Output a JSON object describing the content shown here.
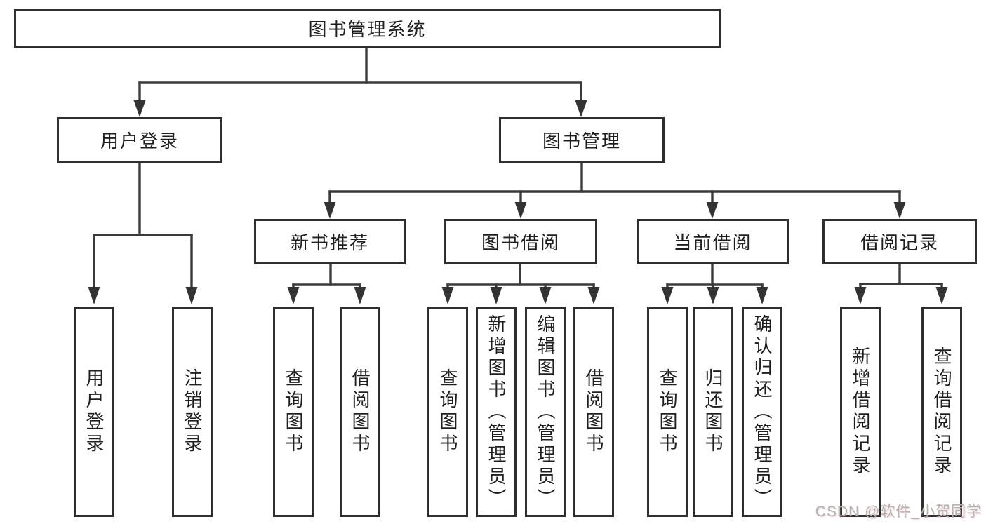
{
  "tree": {
    "root": {
      "label": "图书管理系统",
      "children": [
        {
          "label": "用户登录",
          "children": [
            {
              "label": "用户登录"
            },
            {
              "label": "注销登录"
            }
          ]
        },
        {
          "label": "图书管理",
          "children": [
            {
              "label": "新书推荐",
              "children": [
                {
                  "label": "查询图书"
                },
                {
                  "label": "借阅图书"
                }
              ]
            },
            {
              "label": "图书借阅",
              "children": [
                {
                  "label": "查询图书"
                },
                {
                  "label": "新增图书（管理员）"
                },
                {
                  "label": "编辑图书（管理员）"
                },
                {
                  "label": "借阅图书"
                }
              ]
            },
            {
              "label": "当前借阅",
              "children": [
                {
                  "label": "查询图书"
                },
                {
                  "label": "归还图书"
                },
                {
                  "label": "确认归还（管理员）"
                }
              ]
            },
            {
              "label": "借阅记录",
              "children": [
                {
                  "label": "新增借阅记录"
                },
                {
                  "label": "查询借阅记录"
                }
              ]
            }
          ]
        }
      ]
    }
  },
  "watermark": {
    "text": "CSDN @软件_小贺同学"
  },
  "colors": {
    "background": "#ffffff",
    "line": "#3a3a3a",
    "box_border": "#2e2e2e",
    "text": "#1f1f1f",
    "watermark": "#b2b2b2"
  }
}
